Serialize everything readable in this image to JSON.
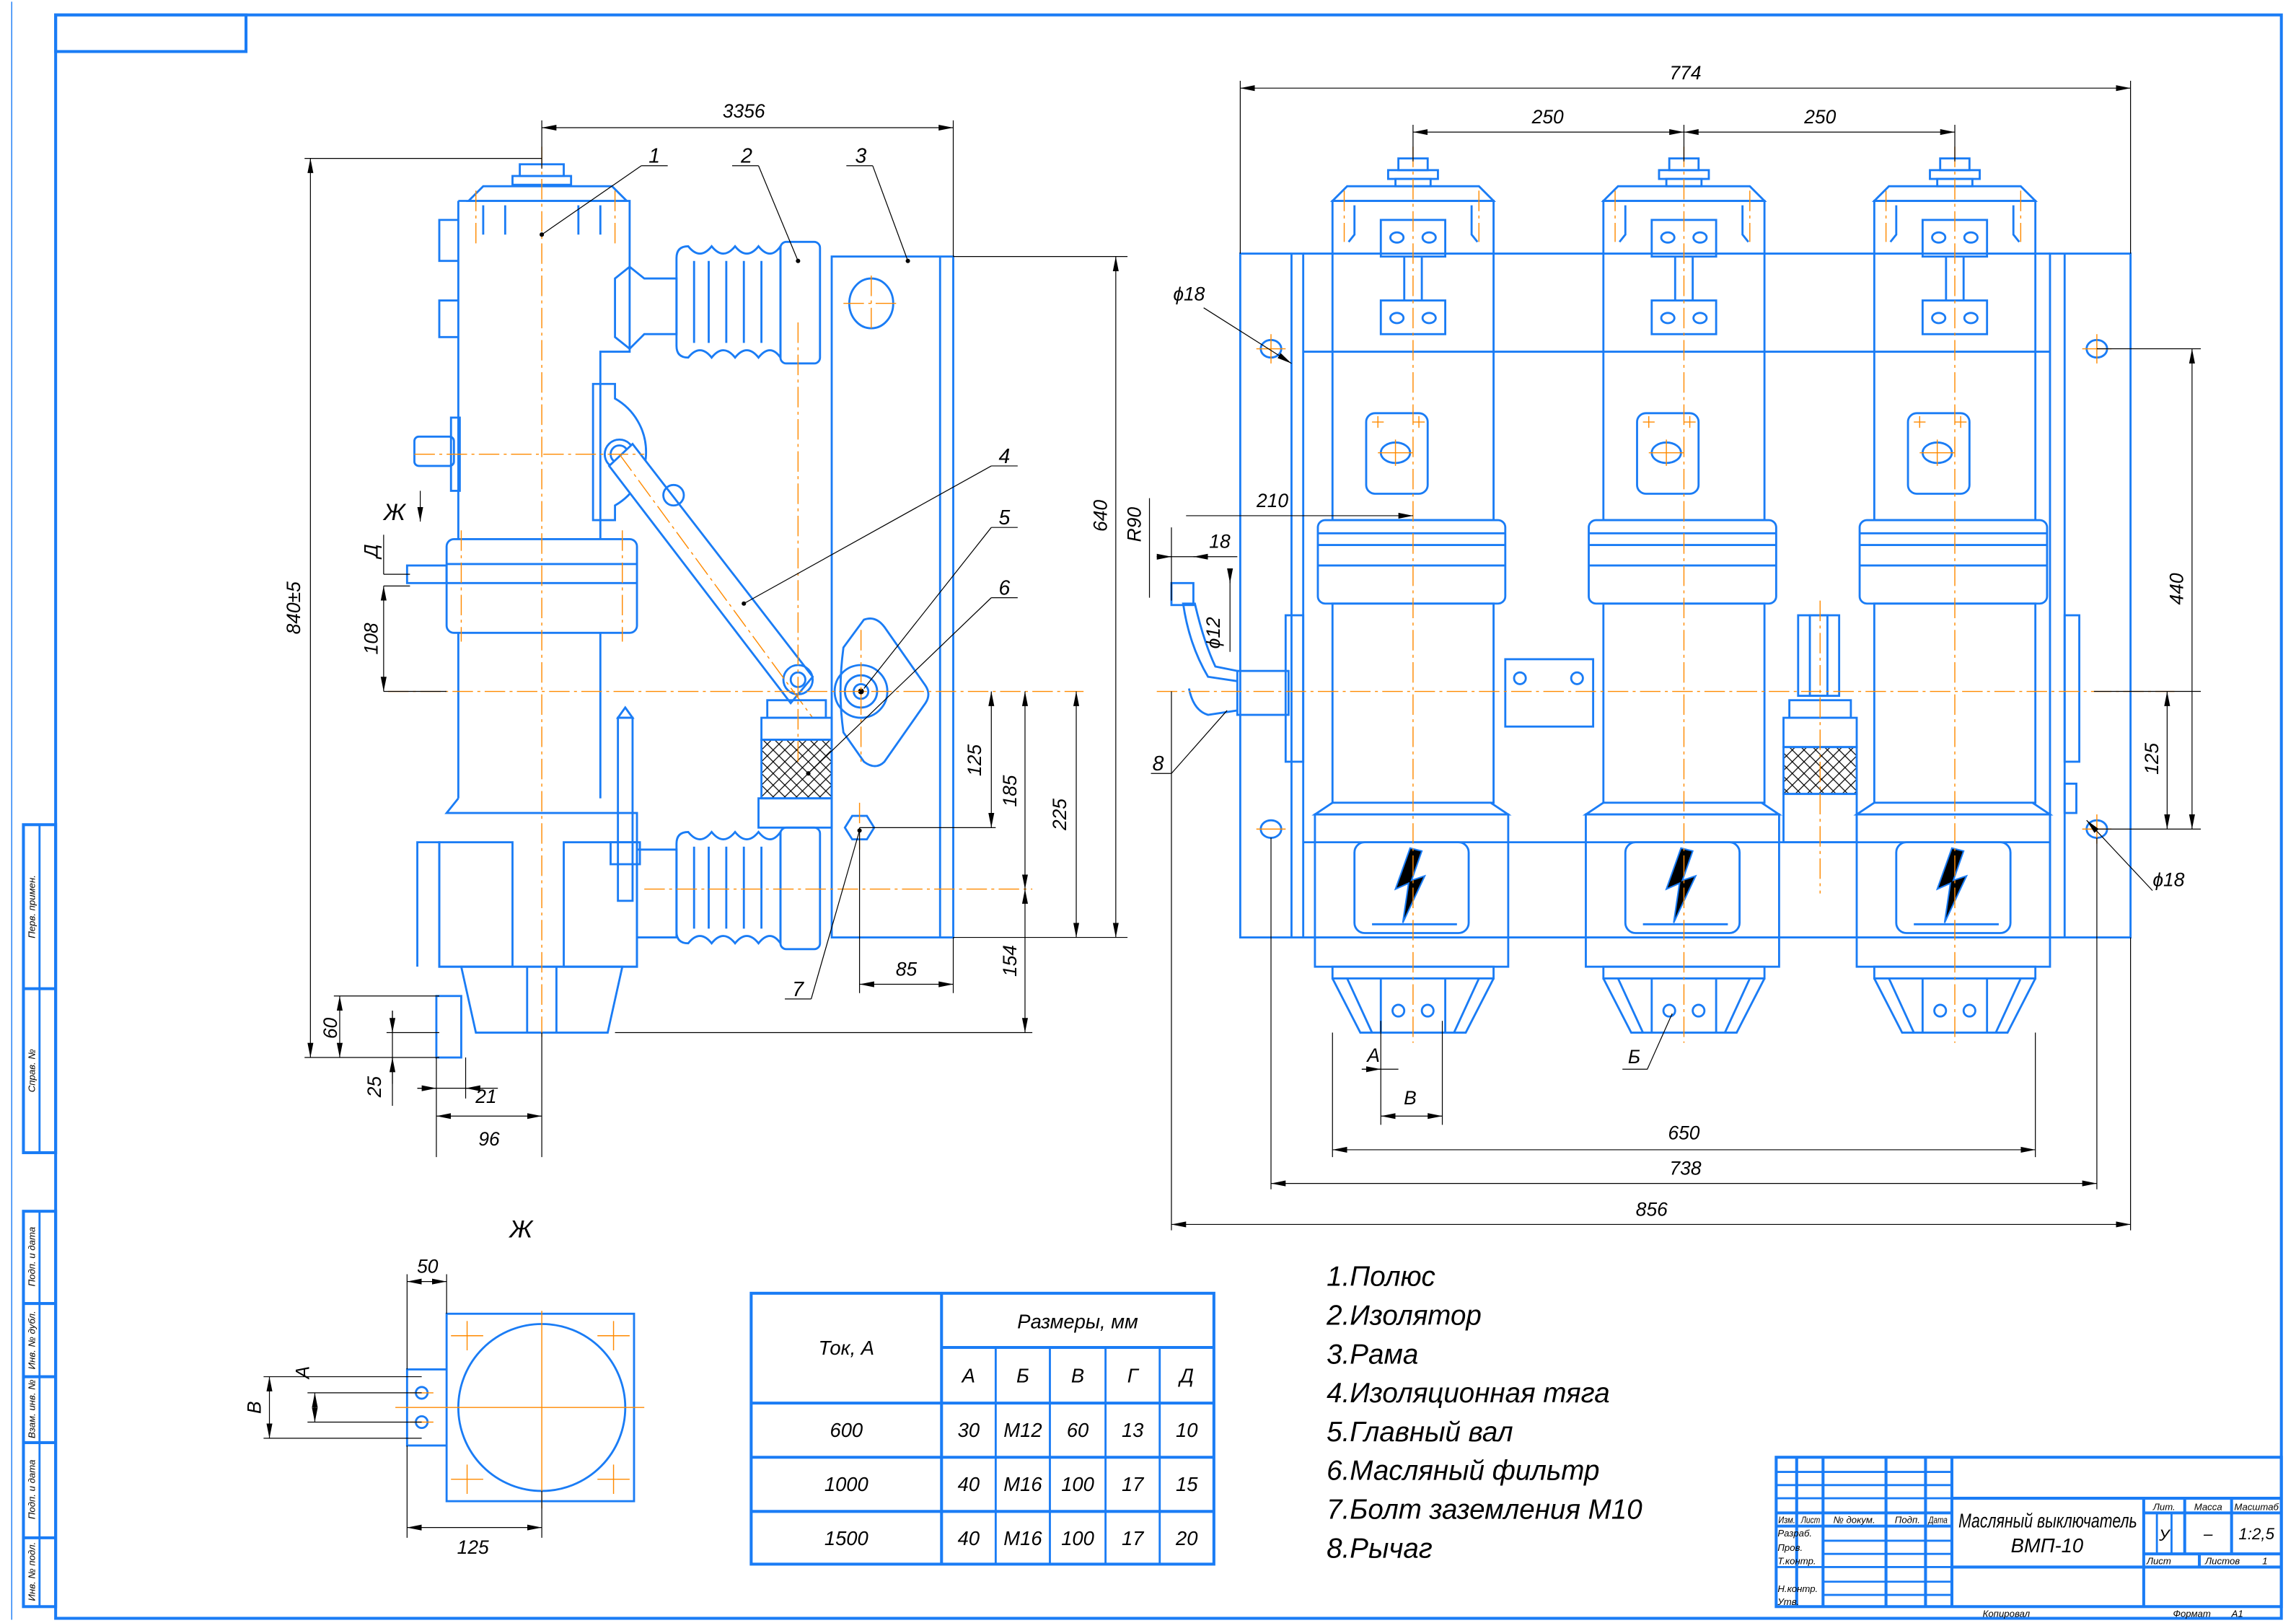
{
  "colors": {
    "line": "#1a7cf5",
    "centerline": "#ff8a00",
    "dimension": "#000000",
    "background": "#ffffff"
  },
  "side_view": {
    "dims": {
      "width_top": "3356",
      "height_total": "840±5",
      "d108": "108",
      "d640": "640",
      "r90": "R90",
      "d125": "125",
      "d185": "185",
      "d225": "225",
      "d154": "154",
      "d85": "85",
      "d60": "60",
      "d25": "25",
      "d21": "21",
      "d96": "96"
    },
    "label_d": "Д",
    "view_arrow": "Ж",
    "callouts": [
      "1",
      "2",
      "3",
      "4",
      "5",
      "6",
      "7"
    ]
  },
  "front_view": {
    "dims": {
      "d774": "774",
      "d250a": "250",
      "d250b": "250",
      "d210": "210",
      "d18": "18",
      "phi12": "ϕ12",
      "phi18_left": "ϕ18",
      "phi18_right": "ϕ18",
      "d440": "440",
      "d125": "125",
      "d650": "650",
      "d738": "738",
      "d856": "856"
    },
    "label_a": "А",
    "label_v": "В",
    "label_b": "Б",
    "callout_8": "8",
    "pole_icon": "high-voltage-lightning-icon"
  },
  "view_zh": {
    "title": "Ж",
    "d50": "50",
    "label_a": "А",
    "label_v": "В",
    "d125": "125"
  },
  "table": {
    "header_current": "Ток, А",
    "header_dims": "Размеры, мм",
    "columns": [
      "А",
      "Б",
      "В",
      "Г",
      "Д"
    ],
    "rows": [
      {
        "current": "600",
        "values": [
          "30",
          "М12",
          "60",
          "13",
          "10"
        ]
      },
      {
        "current": "1000",
        "values": [
          "40",
          "М16",
          "100",
          "17",
          "15"
        ]
      },
      {
        "current": "1500",
        "values": [
          "40",
          "М16",
          "100",
          "17",
          "20"
        ]
      }
    ]
  },
  "legend": [
    "1.Полюс",
    "2.Изолятор",
    "3.Рама",
    "4.Изоляционная тяга",
    "5.Главный вал",
    "6.Масляный фильтр",
    "7.Болт заземления М10",
    "8.Рычаг"
  ],
  "title_block": {
    "title_line1": "Масляный выключатель",
    "title_line2": "ВМП-10",
    "col_izm": "Изм.",
    "col_list": "Лист",
    "col_doc": "№ докум.",
    "col_podp": "Подп.",
    "col_date": "Дата",
    "row_razrab": "Разраб.",
    "row_prov": "Пров.",
    "row_tkontr": "Т.контр.",
    "row_nkontr": "Н.контр.",
    "row_utv": "Утв.",
    "lit_label": "Лит.",
    "mass_label": "Масса",
    "scale_label": "Масштаб",
    "lit_value": "У",
    "mass_value": "–",
    "scale_value": "1:2,5",
    "sheet_label": "Лист",
    "sheets_label": "Листов",
    "sheets_value": "1",
    "copied": "Копировал",
    "format_label": "Формат",
    "format_value": "А1"
  },
  "side_stamps": [
    "Перв. примен.",
    "Справ. №",
    "Подп. и дата",
    "Инв. № дубл.",
    "Взам. инв. №",
    "Подп. и дата",
    "Инв. № подл."
  ]
}
